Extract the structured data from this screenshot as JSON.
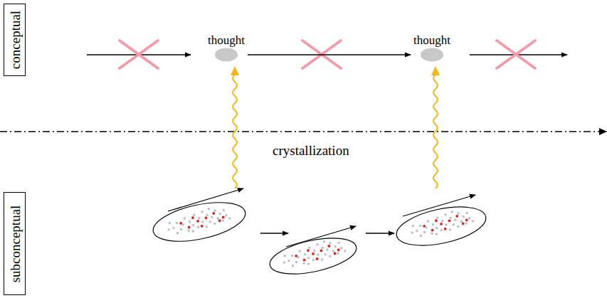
{
  "diagram": {
    "nodes": [
      {
        "text": [
          "conceptual"
        ]
      },
      {
        "text": [
          "thought"
        ]
      },
      {
        "text": [
          "thought"
        ]
      },
      {
        "text": [
          "subconceptual"
        ]
      }
    ],
    "edges": [
      {
        "from": 1,
        "to": 2,
        "arrow": "to"
      }
    ],
    "labels": [
      "crystallization"
    ]
  }
}
